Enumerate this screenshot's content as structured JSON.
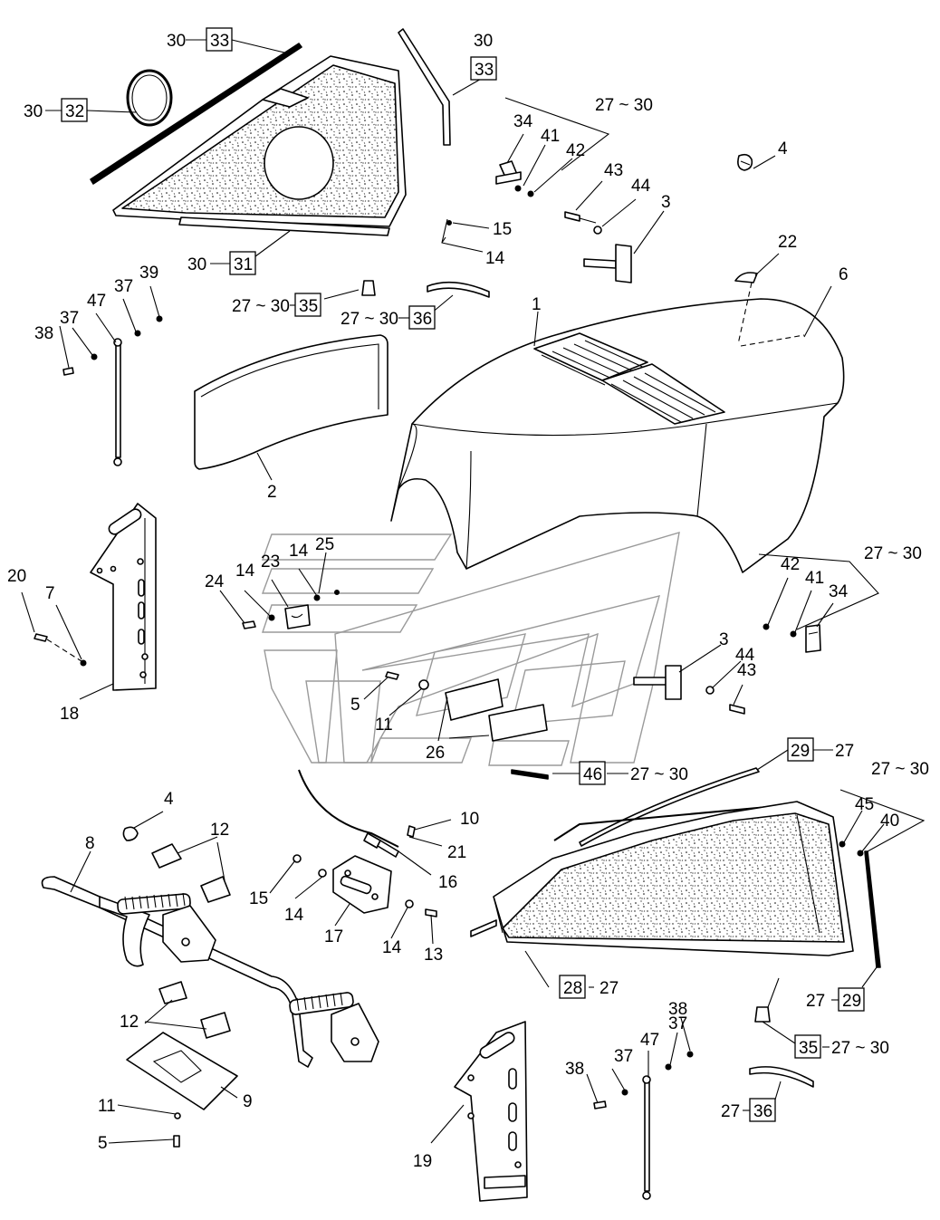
{
  "diagram": {
    "callouts": {
      "c1": "30",
      "c2": "33",
      "c3": "30",
      "c4": "33",
      "c5": "30",
      "c6": "32",
      "c7": "27 ~ 30",
      "c8": "34",
      "c9": "41",
      "c10": "42",
      "c11": "43",
      "c12": "44",
      "c13": "3",
      "c14": "4",
      "c15": "15",
      "c16": "14",
      "c17": "30",
      "c18": "31",
      "c19": "22",
      "c20": "6",
      "c21": "27 ~ 30",
      "c22": "35",
      "c23": "27 ~ 30",
      "c24": "36",
      "c25": "1",
      "c26": "39",
      "c27": "37",
      "c28": "47",
      "c29": "37",
      "c30": "38",
      "c31": "2",
      "c32": "25",
      "c33": "14",
      "c34": "23",
      "c35": "14",
      "c36": "24",
      "c37": "27 ~ 30",
      "c38": "42",
      "c39": "41",
      "c40": "34",
      "c41": "20",
      "c42": "7",
      "c43": "18",
      "c44": "3",
      "c45": "44",
      "c46": "43",
      "c47": "5",
      "c48": "11",
      "c49": "26",
      "c50": "29",
      "c51": "27",
      "c52": "46",
      "c53": "27 ~ 30",
      "c54": "27 ~ 30",
      "c55": "45",
      "c56": "40",
      "c57": "4",
      "c58": "10",
      "c59": "21",
      "c60": "12",
      "c61": "8",
      "c62": "12",
      "c63": "15",
      "c64": "14",
      "c65": "16",
      "c66": "17",
      "c67": "14",
      "c68": "13",
      "c69": "28",
      "c70": "27",
      "c71": "27",
      "c72": "29",
      "c73": "12",
      "c74": "9",
      "c75": "35",
      "c76": "27 ~ 30",
      "c77": "11",
      "c78": "38",
      "c79": "37",
      "c80": "47",
      "c81": "37",
      "c82": "38",
      "c83": "5",
      "c84": "19",
      "c85": "27",
      "c86": "36"
    }
  }
}
